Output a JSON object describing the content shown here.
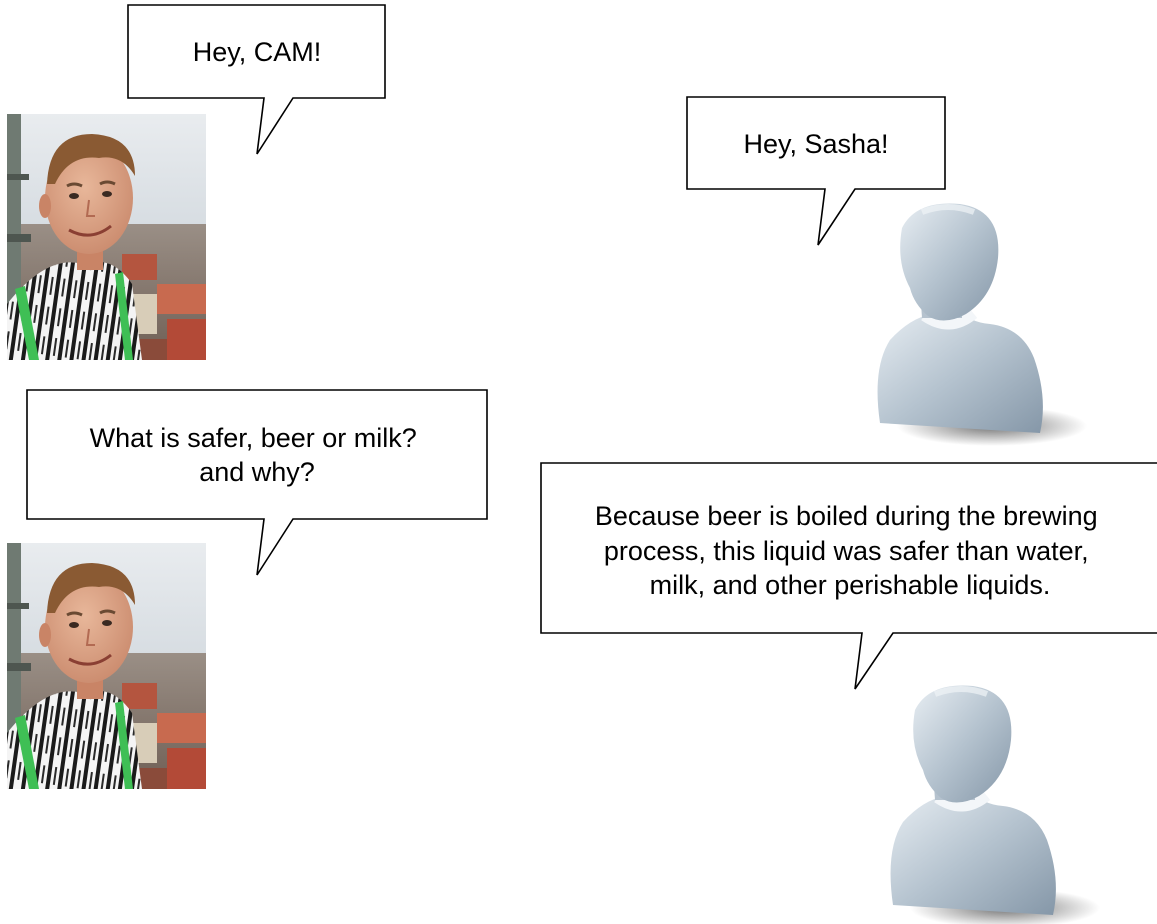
{
  "colors": {
    "bubble_stroke": "#000000",
    "bubble_fill": "#ffffff",
    "avatar_body": "#a9b8c6",
    "avatar_collar": "#f2f5f8"
  },
  "participants": {
    "sasha": {
      "avatar": "person-photo"
    },
    "cam": {
      "avatar": "generic-user-icon"
    }
  },
  "messages": [
    {
      "speaker": "sasha",
      "lines": [
        "Hey, CAM!"
      ]
    },
    {
      "speaker": "cam",
      "lines": [
        "Hey, Sasha!"
      ]
    },
    {
      "speaker": "sasha",
      "lines": [
        "What is safer, beer or milk?",
        "and why?"
      ]
    },
    {
      "speaker": "cam",
      "lines": [
        "Because beer is boiled during the brewing",
        "process, this liquid was safer than water,",
        "milk, and other perishable liquids."
      ]
    }
  ]
}
